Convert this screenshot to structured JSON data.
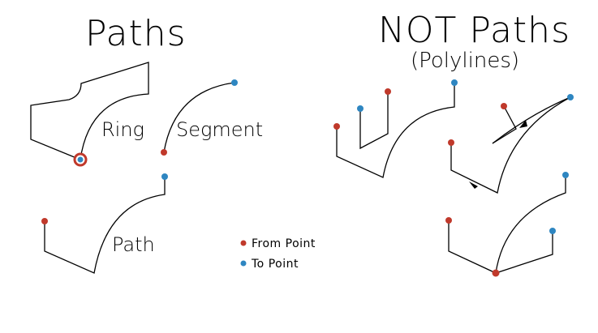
{
  "titles": {
    "left": "Paths",
    "right": "NOT Paths",
    "right_sub": "(Polylines)"
  },
  "labels": {
    "ring": "Ring",
    "segment": "Segment",
    "path": "Path"
  },
  "legend": {
    "from_point": "From Point",
    "to_point": "To Point"
  },
  "colors": {
    "from": "#c0392b",
    "to": "#2e86c1",
    "line": "#000000"
  }
}
